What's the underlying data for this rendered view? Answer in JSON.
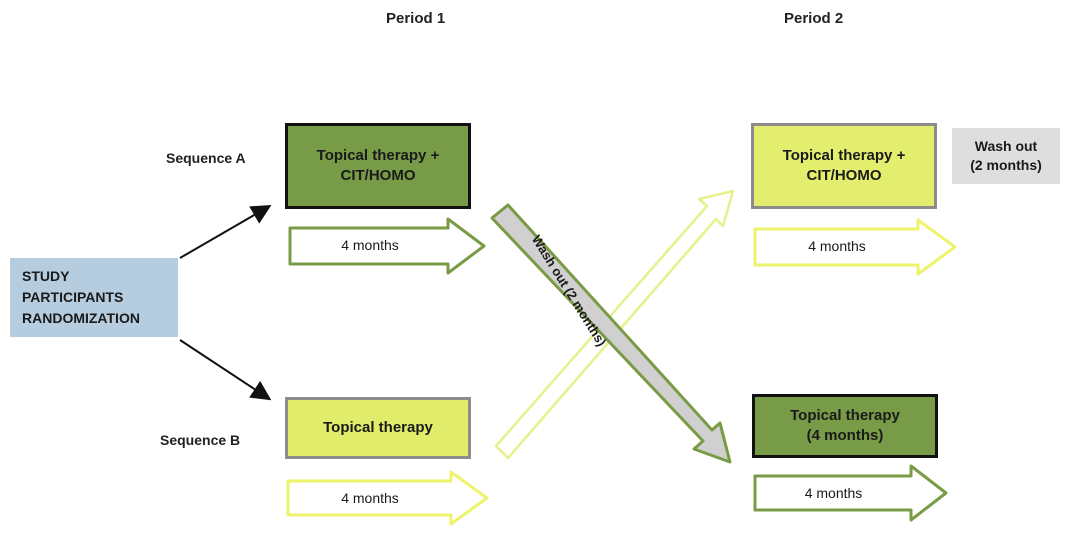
{
  "periods": {
    "p1": "Period 1",
    "p2": "Period 2"
  },
  "sequences": {
    "a": "Sequence A",
    "b": "Sequence B"
  },
  "study": "STUDY\nPARTICIPANTS\nRANDOMIZATION",
  "boxes": {
    "a_period1": "Topical therapy +\nCIT/HOMO",
    "b_period1": "Topical therapy",
    "a_period2": "Topical therapy +\nCIT/HOMO",
    "b_period2": "Topical therapy\n(4 months)",
    "washout_right": "Wash out\n(2 months)"
  },
  "arrows": {
    "a1_duration": "4 months",
    "b1_duration": "4 months",
    "a2_duration": "4 months",
    "b2_duration": "4 months",
    "washout_diagonal": "Wash out (2 months)"
  },
  "colors": {
    "dark_green": "#779b46",
    "yellow_green": "#e0ec6a",
    "light_blue": "#b6cde0",
    "gray": "#dedede"
  }
}
